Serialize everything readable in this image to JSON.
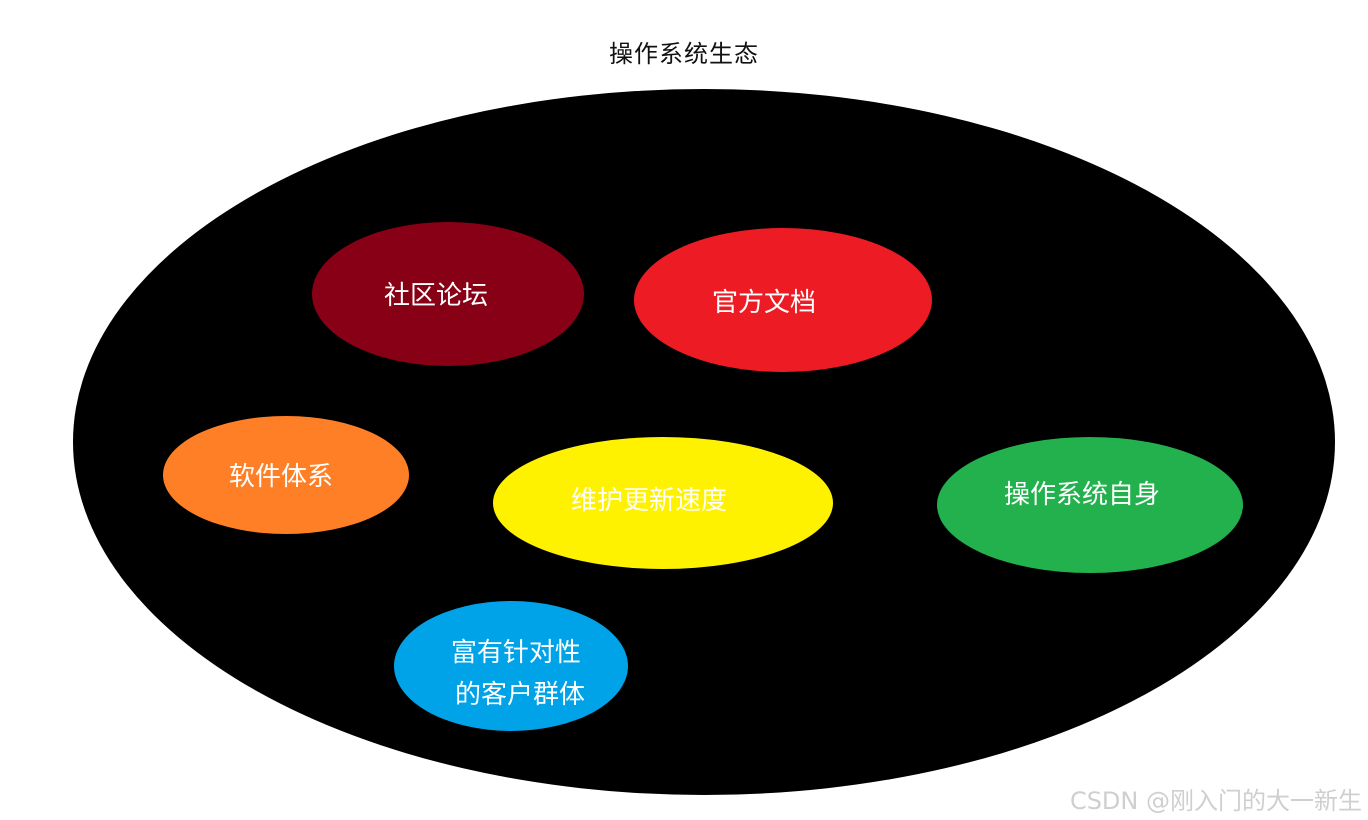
{
  "title": "操作系统生态",
  "watermark": "CSDN @刚入门的大一新生",
  "diagram": {
    "outer": {
      "color": "#000000"
    },
    "nodes": [
      {
        "id": "community",
        "label_lines": [
          "社区论坛"
        ],
        "color": "#880015"
      },
      {
        "id": "docs",
        "label_lines": [
          "官方文档"
        ],
        "color": "#ed1c24"
      },
      {
        "id": "software",
        "label_lines": [
          "软件体系"
        ],
        "color": "#ff7f27"
      },
      {
        "id": "maintenance",
        "label_lines": [
          "维护更新速度"
        ],
        "color": "#fff200"
      },
      {
        "id": "os-self",
        "label_lines": [
          "操作系统自身"
        ],
        "color": "#22b14c"
      },
      {
        "id": "customers",
        "label_lines": [
          "富有针对性",
          "的客户群体"
        ],
        "color": "#00a2e8"
      }
    ]
  }
}
